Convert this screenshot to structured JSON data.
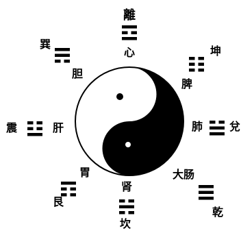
{
  "diagram": {
    "colors": {
      "ink": "#000000",
      "paper": "#ffffff"
    },
    "center_symbol": "taiji-yin-yang",
    "trigrams": [
      {
        "id": "li",
        "name": "離",
        "lines": "101",
        "organ": "心"
      },
      {
        "id": "kun",
        "name": "坤",
        "lines": "000",
        "organ": "脾"
      },
      {
        "id": "dui",
        "name": "兌",
        "lines": "011",
        "organ": "肺"
      },
      {
        "id": "qian",
        "name": "乾",
        "lines": "111",
        "organ": "大肠"
      },
      {
        "id": "kan",
        "name": "坎",
        "lines": "010",
        "organ": "肾"
      },
      {
        "id": "gen",
        "name": "艮",
        "lines": "100",
        "organ": "胃"
      },
      {
        "id": "zhen",
        "name": "震",
        "lines": "001",
        "organ": "肝"
      },
      {
        "id": "xun",
        "name": "巽",
        "lines": "110",
        "organ": "胆"
      }
    ]
  }
}
